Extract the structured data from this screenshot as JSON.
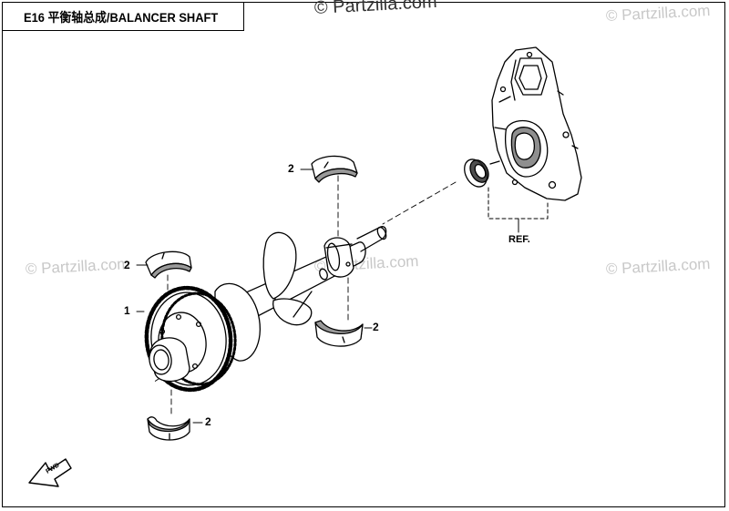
{
  "title": "E16 平衡轴总成/BALANCER SHAFT",
  "watermark": "© Partzilla.com",
  "ref_label": "REF.",
  "callouts": [
    "1",
    "2",
    "2",
    "2",
    "2"
  ],
  "fwd_label": "FWD",
  "colors": {
    "line": "#000000",
    "watermark_strong": "#333333",
    "watermark_faint": "#c8c8c8"
  }
}
